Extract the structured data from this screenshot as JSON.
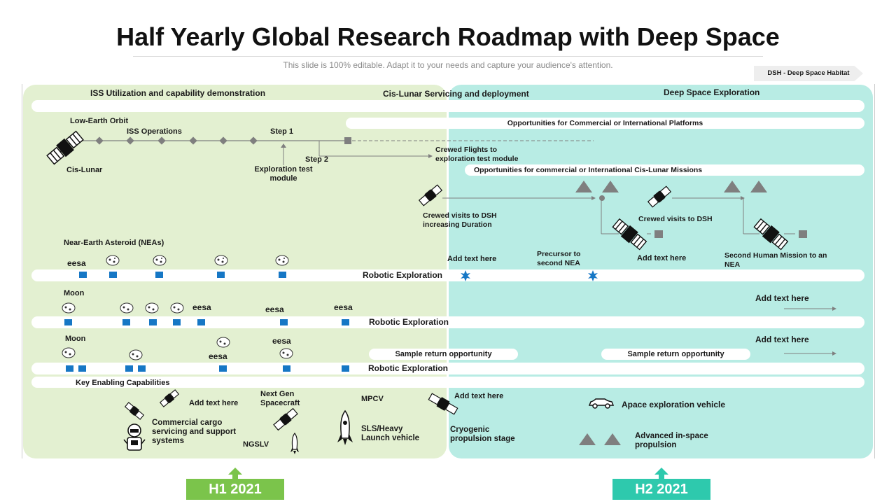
{
  "title": "Half Yearly Global  Research Roadmap with Deep Space",
  "subtitle": "This slide is 100% editable. Adapt it to your needs and capture your audience's attention.",
  "dsh_tag": "DSH - Deep Space Habitat",
  "colors": {
    "green_panel": "#e3f0d1",
    "teal_panel": "#b8ece4",
    "blue_marker": "#1677c5",
    "h1_button": "#7bc44b",
    "h2_button": "#2ec9ad",
    "gray": "#7f7f7f"
  },
  "phases": {
    "iss": "ISS Utilization and capability demonstration",
    "cis_lunar": "Cis-Lunar Servicing and deployment",
    "deep_space": "Deep Space Exploration"
  },
  "bars": {
    "commercial_platforms": "Opportunities for Commercial or International Platforms",
    "cis_lunar_missions": "Opportunities for commercial or International Cis-Lunar Missions",
    "robotic_1": "Robotic  Exploration",
    "robotic_2": "Robotic Exploration",
    "robotic_3": "Robotic Exploration",
    "key_capabilities": "Key Enabling Capabilities"
  },
  "timeline": {
    "leo": "Low-Earth Orbit",
    "iss_ops": "ISS Operations",
    "cis_lunar": "Cis-Lunar",
    "step1": "Step 1",
    "step2": "Step 2",
    "exploration_module": "Exploration test module",
    "crewed_flights": "Crewed Flights to exploration test module",
    "crewed_visits_increasing": "Crewed visits to DSH increasing Duration",
    "crewed_visits_dsh": "Crewed visits to DSH",
    "add_text_1": "Add text here",
    "add_text_2": "Add text here",
    "precursor": "Precursor to second NEA",
    "second_mission": "Second Human Mission to an NEA"
  },
  "rows": {
    "nea_title": "Near-Earth Asteroid (NEAs)",
    "eesa": "eesa",
    "moon": "Moon",
    "sample_return": "Sample return opportunity",
    "add_text_right_1": "Add text here",
    "add_text_right_2": "Add text here"
  },
  "capabilities": {
    "add_text_a": "Add text here",
    "next_gen": "Next Gen Spacecraft",
    "mpcv": "MPCV",
    "add_text_b": "Add text here",
    "commercial_cargo": "Commercial cargo servicing and support systems",
    "ngslv": "NGSLV",
    "sls": "SLS/Heavy Launch vehicle",
    "cryogenic": "Cryogenic propulsion stage",
    "vehicle": "Apace exploration vehicle",
    "propulsion": "Advanced in-space propulsion"
  },
  "periods": {
    "h1": "H1 2021",
    "h2": "H2 2021"
  }
}
